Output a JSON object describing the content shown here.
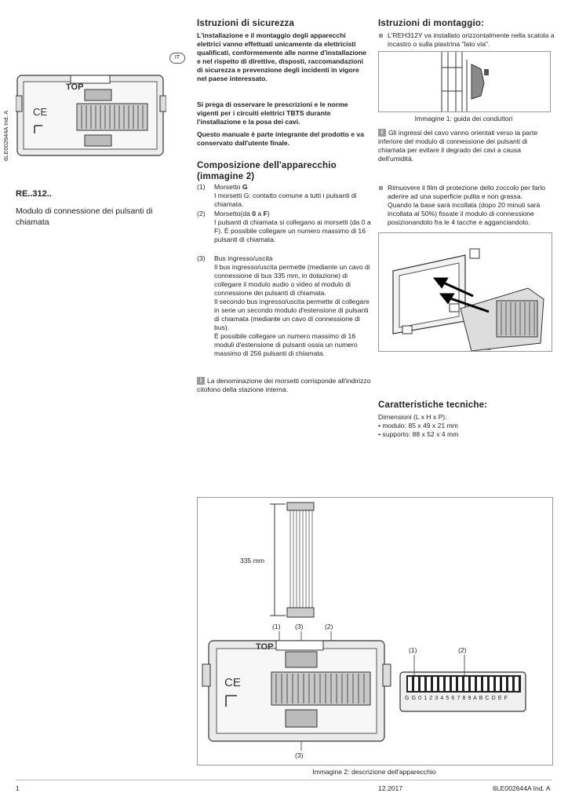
{
  "side_code": "6LE002644A Ind. A",
  "lang_badge": "IT",
  "product": {
    "code": "RE..312..",
    "desc": "Modulo di connessione dei pulsanti di chiamata"
  },
  "safety": {
    "title": "Istruzioni di sicurezza",
    "p1": "L'installazione e il montaggio degli apparecchi elettrici vanno effettuati unicamente da elettricisti qualificati, conformemente alle norme d'installazione e nel rispetto di direttive, disposti, raccomandazioni di sicurezza e prevenzione degli incidenti in vigore nel paese interessato.",
    "p2": "Si prega di osservare le prescrizioni e le norme vigenti per i circuiti elettrici TBTS durante l'installazione e la posa dei cavi.",
    "p3": "Questo manuale è parte integrante del prodotto e va conservato dall'utente finale."
  },
  "composition": {
    "title_l1": "Composizione dell'apparecchio",
    "title_l2": "(immagine 2)",
    "items": [
      {
        "num": "(1)",
        "head_pre": "Morsetto ",
        "head_bold": "G",
        "head_post": "",
        "text": "I morsetti G: contatto comune a tutti i pulsanti di chiamata."
      },
      {
        "num": "(2)",
        "head_pre": "Morsetto(da ",
        "head_bold": "0",
        "head_mid": " a ",
        "head_bold2": "F",
        "head_post": ")",
        "text": "I pulsanti di chiamata si collegano ai morsetti (da 0 a F). È possibile collegare un numero massimo di 16 pulsanti di chiamata."
      },
      {
        "num": "(3)",
        "head_pre": "Bus ingresso/uscita",
        "head_bold": "",
        "head_post": "",
        "text": "Il bus ingresso/uscita permette (mediante un cavo di connessione di bus 335 mm, in dotazione) di collegare il modulo audio o video al modulo di connessione dei pulsanti di chiamata.",
        "text2": "Il secondo bus ingresso/uscita permette di collegare in serie un secondo modulo d'estensione di pulsanti di chiamata (mediante un cavo di connessione di bus).",
        "text3": "È possibile collegare un numero massimo di 16 moduli d'estensione di pulsanti ossia un numero massimo di  256 pulsanti di chiamata."
      }
    ],
    "note": "La denominazione dei morsetti corrisponde all'indirizzo citofono della stazione interna."
  },
  "mounting": {
    "title": "Istruzioni di montaggio:",
    "b1": "L'REH312Y va installato orizzontalmente nella scatola a incastro o sulla piastrina \"lato via\".",
    "caption1": "Immagine 1: guida dei conduttori",
    "note": "Gli ingressi del cavo vanno orientati verso la parte inferiore del modulo di connessione dei pulsanti di chiamata per evitare il degrado dei cavi a causa dell'umidità.",
    "b2": "Rimuovere il film di protezione dello zoccolo per farlo aderire ad una superficie pulita e non grassa.",
    "b2b": "Quando la base sarà incollata (dopo 20 minuti sarà incollata al 50%) fissate il modulo di connessione posizionandolo fra le 4 tacche e agganciandolo."
  },
  "specs": {
    "title": "Caratteristiche tecniche:",
    "dim": "Dimensioni (L x H x P):",
    "l1": "• modulo: 85 x 49 x 21 mm",
    "l2": "• supporto: 88 x 52 x 4 mm"
  },
  "figure2": {
    "cable_len": "335 mm",
    "lbl1": "(1)",
    "lbl3": "(3)",
    "lbl2": "(2)",
    "lbl3b": "(3)",
    "r1": "(1)",
    "r2": "(2)",
    "top_label": "TOP",
    "terminals": "G G 0 1 2 3 4 5 6 7 8 9 A B C D E F",
    "caption": "Immagine 2: descrizione dell'apparecchio"
  },
  "footer": {
    "page": "1",
    "date": "12.2017",
    "code": "6LE002644A Ind. A"
  }
}
